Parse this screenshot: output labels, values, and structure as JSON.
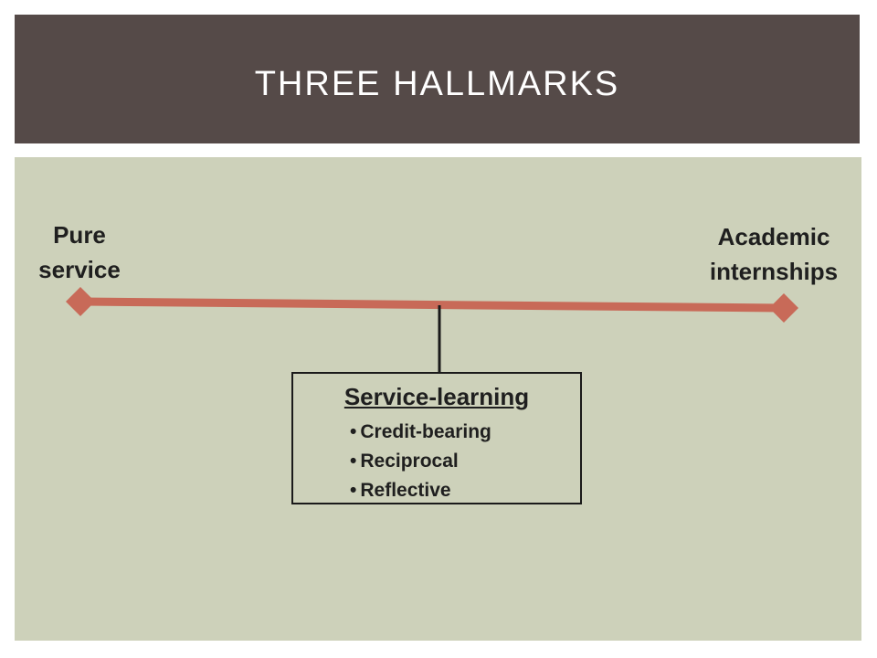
{
  "slide": {
    "title": "THREE HALLMARKS"
  },
  "diagram": {
    "left_label_line1": "Pure",
    "left_label_line2": "service",
    "right_label_line1": "Academic",
    "right_label_line2": "internships",
    "box_title": "Service-learning",
    "box_items": [
      "Credit-bearing",
      "Reciprocal",
      "Reflective"
    ],
    "bullet_char": "•"
  },
  "colors": {
    "title_bar": "#554a48",
    "panel": "#cdd1ba",
    "line": "#c86a58"
  }
}
